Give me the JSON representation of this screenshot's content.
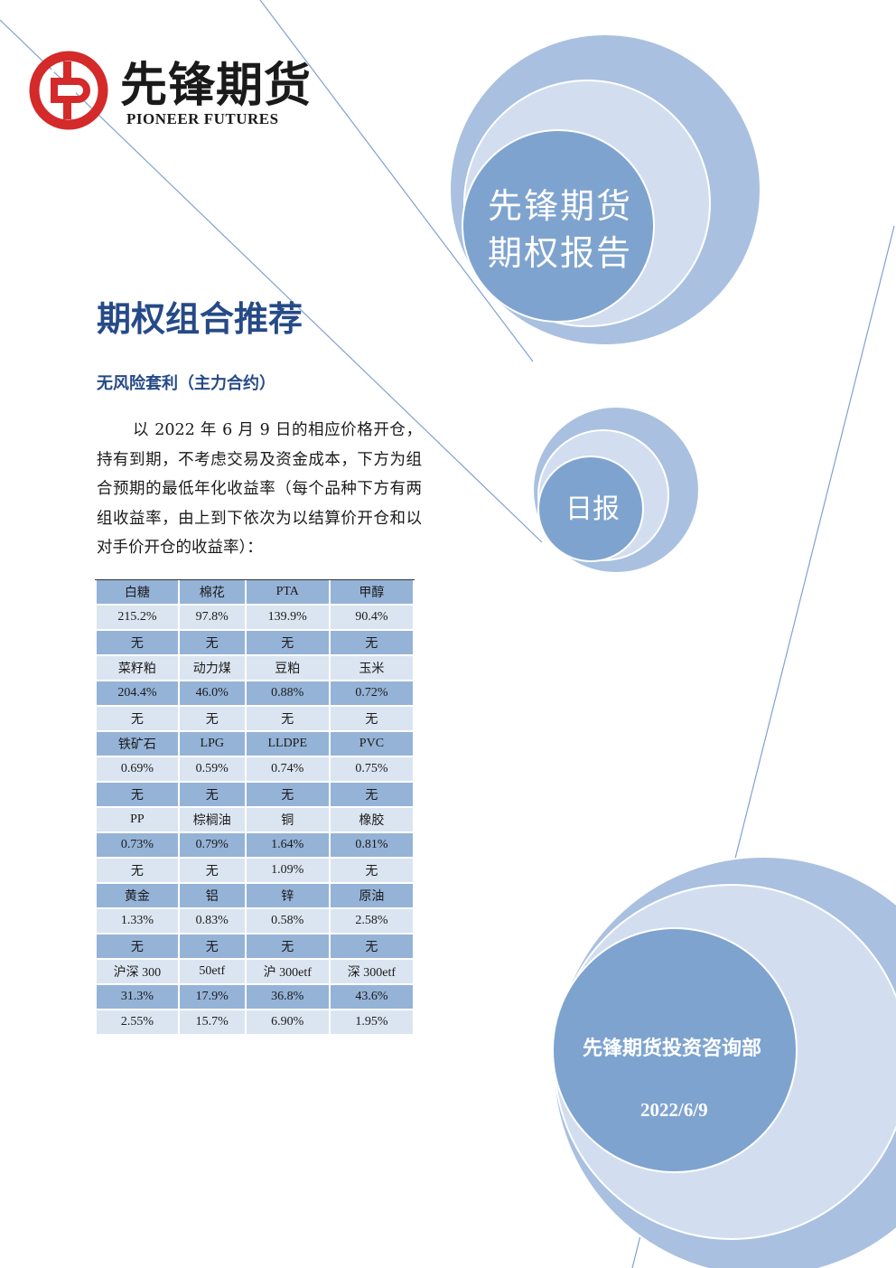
{
  "brand": {
    "name_cn": "先锋期货",
    "name_en": "PIONEER FUTURES",
    "logo_icon": "pioneer-logo-icon",
    "logo_color": "#d42a2a"
  },
  "cover": {
    "title_line1": "先锋期货",
    "title_line2": "期权报告",
    "frequency": "日报",
    "department": "先锋期货投资咨询部",
    "date": "2022/6/9"
  },
  "section": {
    "title": "期权组合推荐",
    "subtitle": "无风险套利（主力合约）",
    "intro": "以 2022 年 6 月 9 日的相应价格开仓，持有到期，不考虑交易及资金成本，下方为组合预期的最低年化收益率（每个品种下方有两组收益率，由上到下依次为以结算价开仓和以对手价开仓的收益率）："
  },
  "colors": {
    "title_blue": "#264a87",
    "circle_outer": "#a9c0e0",
    "circle_mid": "#d2def0",
    "circle_inner": "#7ea3cf",
    "table_light": "#dbe5f1",
    "table_dark": "#95b3d7"
  },
  "table": {
    "groups": [
      {
        "names": [
          "白糖",
          "棉花",
          "PTA",
          "甲醇"
        ],
        "settle": [
          "215.2%",
          "97.8%",
          "139.9%",
          "90.4%"
        ],
        "ask": [
          "无",
          "无",
          "无",
          "无"
        ]
      },
      {
        "names": [
          "菜籽粕",
          "动力煤",
          "豆粕",
          "玉米"
        ],
        "settle": [
          "204.4%",
          "46.0%",
          "0.88%",
          "0.72%"
        ],
        "ask": [
          "无",
          "无",
          "无",
          "无"
        ]
      },
      {
        "names": [
          "铁矿石",
          "LPG",
          "LLDPE",
          "PVC"
        ],
        "settle": [
          "0.69%",
          "0.59%",
          "0.74%",
          "0.75%"
        ],
        "ask": [
          "无",
          "无",
          "无",
          "无"
        ]
      },
      {
        "names": [
          "PP",
          "棕榈油",
          "铜",
          "橡胶"
        ],
        "settle": [
          "0.73%",
          "0.79%",
          "1.64%",
          "0.81%"
        ],
        "ask": [
          "无",
          "无",
          "1.09%",
          "无"
        ]
      },
      {
        "names": [
          "黄金",
          "铝",
          "锌",
          "原油"
        ],
        "settle": [
          "1.33%",
          "0.83%",
          "0.58%",
          "2.58%"
        ],
        "ask": [
          "无",
          "无",
          "无",
          "无"
        ]
      },
      {
        "names": [
          "沪深 300",
          "50etf",
          "沪 300etf",
          "深 300etf"
        ],
        "settle": [
          "31.3%",
          "17.9%",
          "36.8%",
          "43.6%"
        ],
        "ask": [
          "2.55%",
          "15.7%",
          "6.90%",
          "1.95%"
        ]
      }
    ]
  }
}
